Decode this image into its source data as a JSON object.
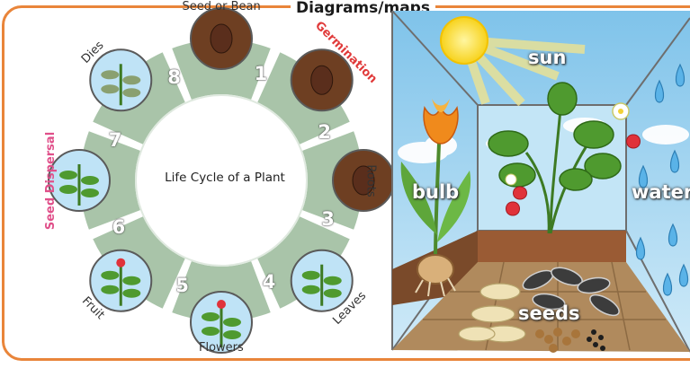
{
  "header": {
    "title": "Diagrams/maps"
  },
  "cycle": {
    "center": "Life Cycle of a Plant",
    "stages": [
      {
        "number": "1",
        "label": "Seed or Bean",
        "color": "#333333"
      },
      {
        "number": "2",
        "label": "Germination",
        "color": "#e03a3a"
      },
      {
        "number": "3",
        "label": "Roots",
        "color": "#333333"
      },
      {
        "number": "4",
        "label": "Leaves",
        "color": "#333333"
      },
      {
        "number": "5",
        "label": "Flowers",
        "color": "#333333"
      },
      {
        "number": "6",
        "label": "Fruit",
        "color": "#333333"
      },
      {
        "number": "7",
        "label": "Seed Dispersal",
        "color": "#e0508a"
      },
      {
        "number": "8",
        "label": "Dies",
        "color": "#333333"
      }
    ]
  },
  "needs": {
    "sun": "sun",
    "bulb": "bulb",
    "water": "water",
    "seeds": "seeds"
  },
  "colors": {
    "frame": "#e9853a",
    "segment": "#a9c4a9",
    "sky": "#9fd3ee",
    "soil": "#7a4a2a"
  }
}
